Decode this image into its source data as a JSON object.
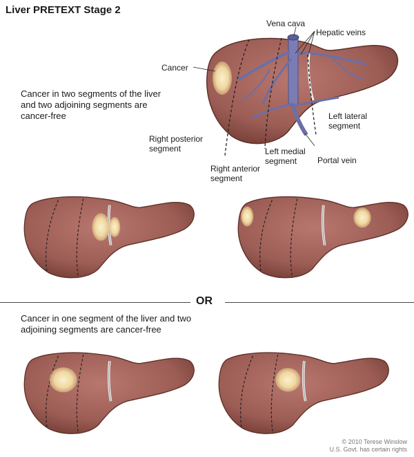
{
  "title": "Liver PRETEXT Stage 2",
  "description_top": "Cancer in two segments of the liver and two adjoining segments are cancer-free",
  "description_bottom": "Cancer in one segment of the liver and two adjoining segments are cancer-free",
  "divider_label": "OR",
  "labels": {
    "vena_cava": "Vena cava",
    "hepatic_veins": "Hepatic veins",
    "cancer": "Cancer",
    "right_posterior": "Right posterior segment",
    "right_anterior": "Right anterior segment",
    "left_medial": "Left medial segment",
    "left_lateral": "Left lateral segment",
    "portal_vein": "Portal vein"
  },
  "credit": {
    "line1": "© 2010 Terese Winslow",
    "line2": "U.S. Govt. has certain rights"
  },
  "colors": {
    "liver": "#a0625a",
    "liver_edge": "#5e3028",
    "vessel": "#6c6fa6",
    "cancer": "#f1dcae"
  }
}
